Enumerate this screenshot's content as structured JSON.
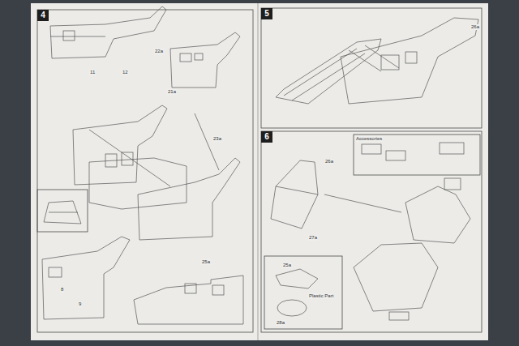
{
  "diagram": {
    "nodes": [
      {
        "text": [
          "4"
        ]
      },
      {
        "text": [
          "5"
        ]
      },
      {
        "text": [
          "6"
        ]
      }
    ],
    "labels": [
      "22a",
      "11",
      "12",
      "21a",
      "8",
      "9",
      "25a",
      "26a",
      "26a",
      "27a",
      "25a",
      "28a",
      "Accessories",
      "Plastic Part",
      "23a"
    ]
  }
}
